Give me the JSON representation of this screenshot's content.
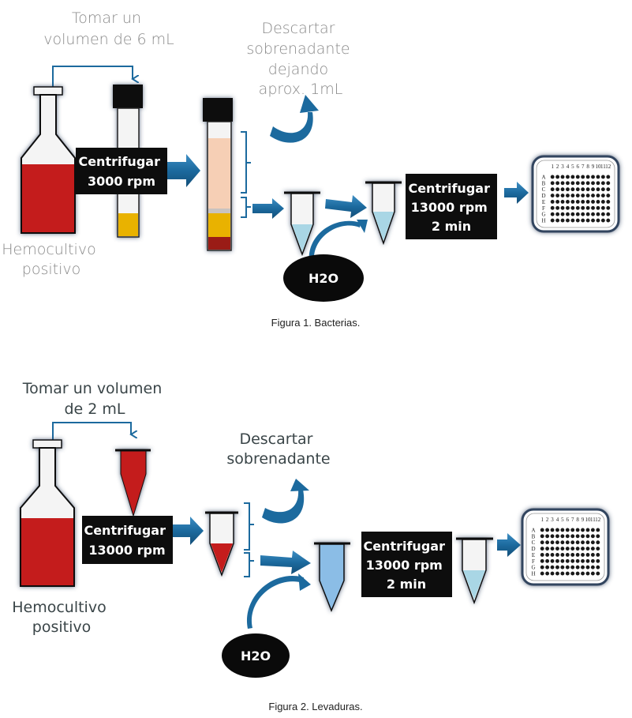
{
  "figure1": {
    "take_volume_label": [
      "Tomar un",
      "volumen de 6 mL"
    ],
    "discard_label": [
      "Descartar",
      "sobrenadante",
      "dejando",
      "aprox. 1mL"
    ],
    "source_label": [
      "Hemocultivo",
      "positivo"
    ],
    "centrifuge1": [
      "Centrifugar",
      "3000 rpm"
    ],
    "centrifuge2": [
      "Centrifugar",
      "13000 rpm",
      "2 min"
    ],
    "water_label": "H2O",
    "caption": "Figura 1. Bacterias."
  },
  "figure2": {
    "take_volume_label": [
      "Tomar un volumen",
      "de 2 mL"
    ],
    "discard_label": [
      "Descartar",
      "sobrenadante"
    ],
    "source_label": [
      "Hemocultivo",
      "positivo"
    ],
    "centrifuge1": [
      "Centrifugar",
      "13000 rpm"
    ],
    "centrifuge2": [
      "Centrifugar",
      "13000 rpm",
      "2 min"
    ],
    "water_label": "H2O",
    "caption": "Figura 2. Levaduras."
  },
  "plate": {
    "columns": [
      "1",
      "2",
      "3",
      "4",
      "5",
      "6",
      "7",
      "8",
      "9",
      "10",
      "11",
      "12"
    ],
    "rows": [
      "A",
      "B",
      "C",
      "D",
      "E",
      "F",
      "G",
      "H"
    ]
  },
  "colors": {
    "blood": "#c41e1e",
    "arrow_blue": "#1c6a9e",
    "plasma": "#f6cfb5",
    "buffy_yellow": "#e9b200",
    "water_blue": "#a9d6e5",
    "yeast_blue": "#8bbde6",
    "box_black": "#0d0d0d"
  }
}
